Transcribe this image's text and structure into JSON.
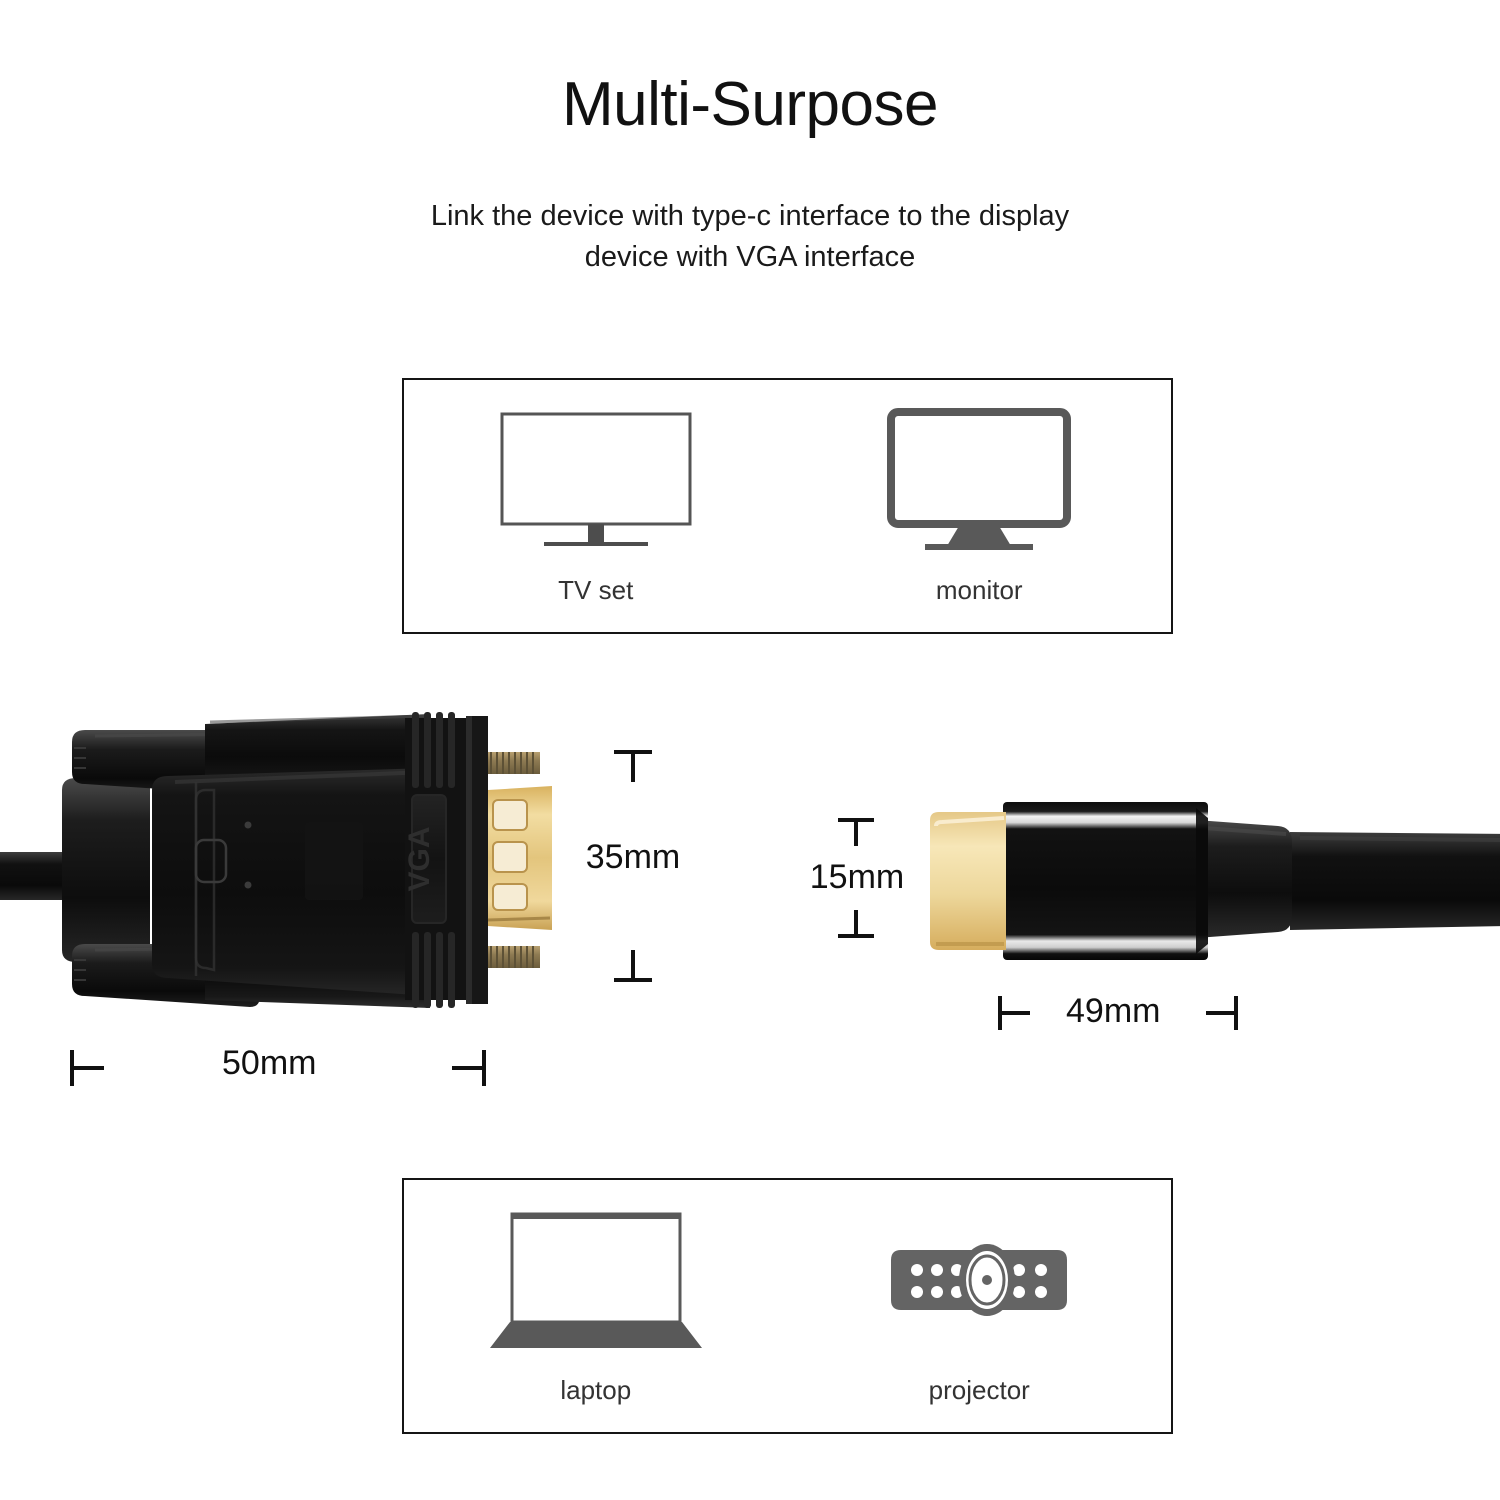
{
  "header": {
    "title": "Multi-Surpose",
    "subtitle_line1": "Link the device with type-c interface to the display",
    "subtitle_line2": "device with VGA interface"
  },
  "top_box": {
    "items": [
      {
        "label": "TV set",
        "icon": "tv-icon"
      },
      {
        "label": "monitor",
        "icon": "monitor-icon"
      }
    ]
  },
  "bottom_box": {
    "items": [
      {
        "label": "laptop",
        "icon": "laptop-icon"
      },
      {
        "label": "projector",
        "icon": "projector-icon"
      }
    ]
  },
  "connectors": {
    "vga": {
      "marking": "VGA",
      "height_label": "35mm",
      "width_label": "50mm"
    },
    "typec": {
      "height_label": "15mm",
      "width_label": "49mm"
    }
  },
  "colors": {
    "background": "#ffffff",
    "text": "#111111",
    "icon_gray": "#595959",
    "icon_outline": "#555555",
    "box_border": "#151515",
    "connector_black": "#101010",
    "connector_gold": "#e8c57a"
  }
}
